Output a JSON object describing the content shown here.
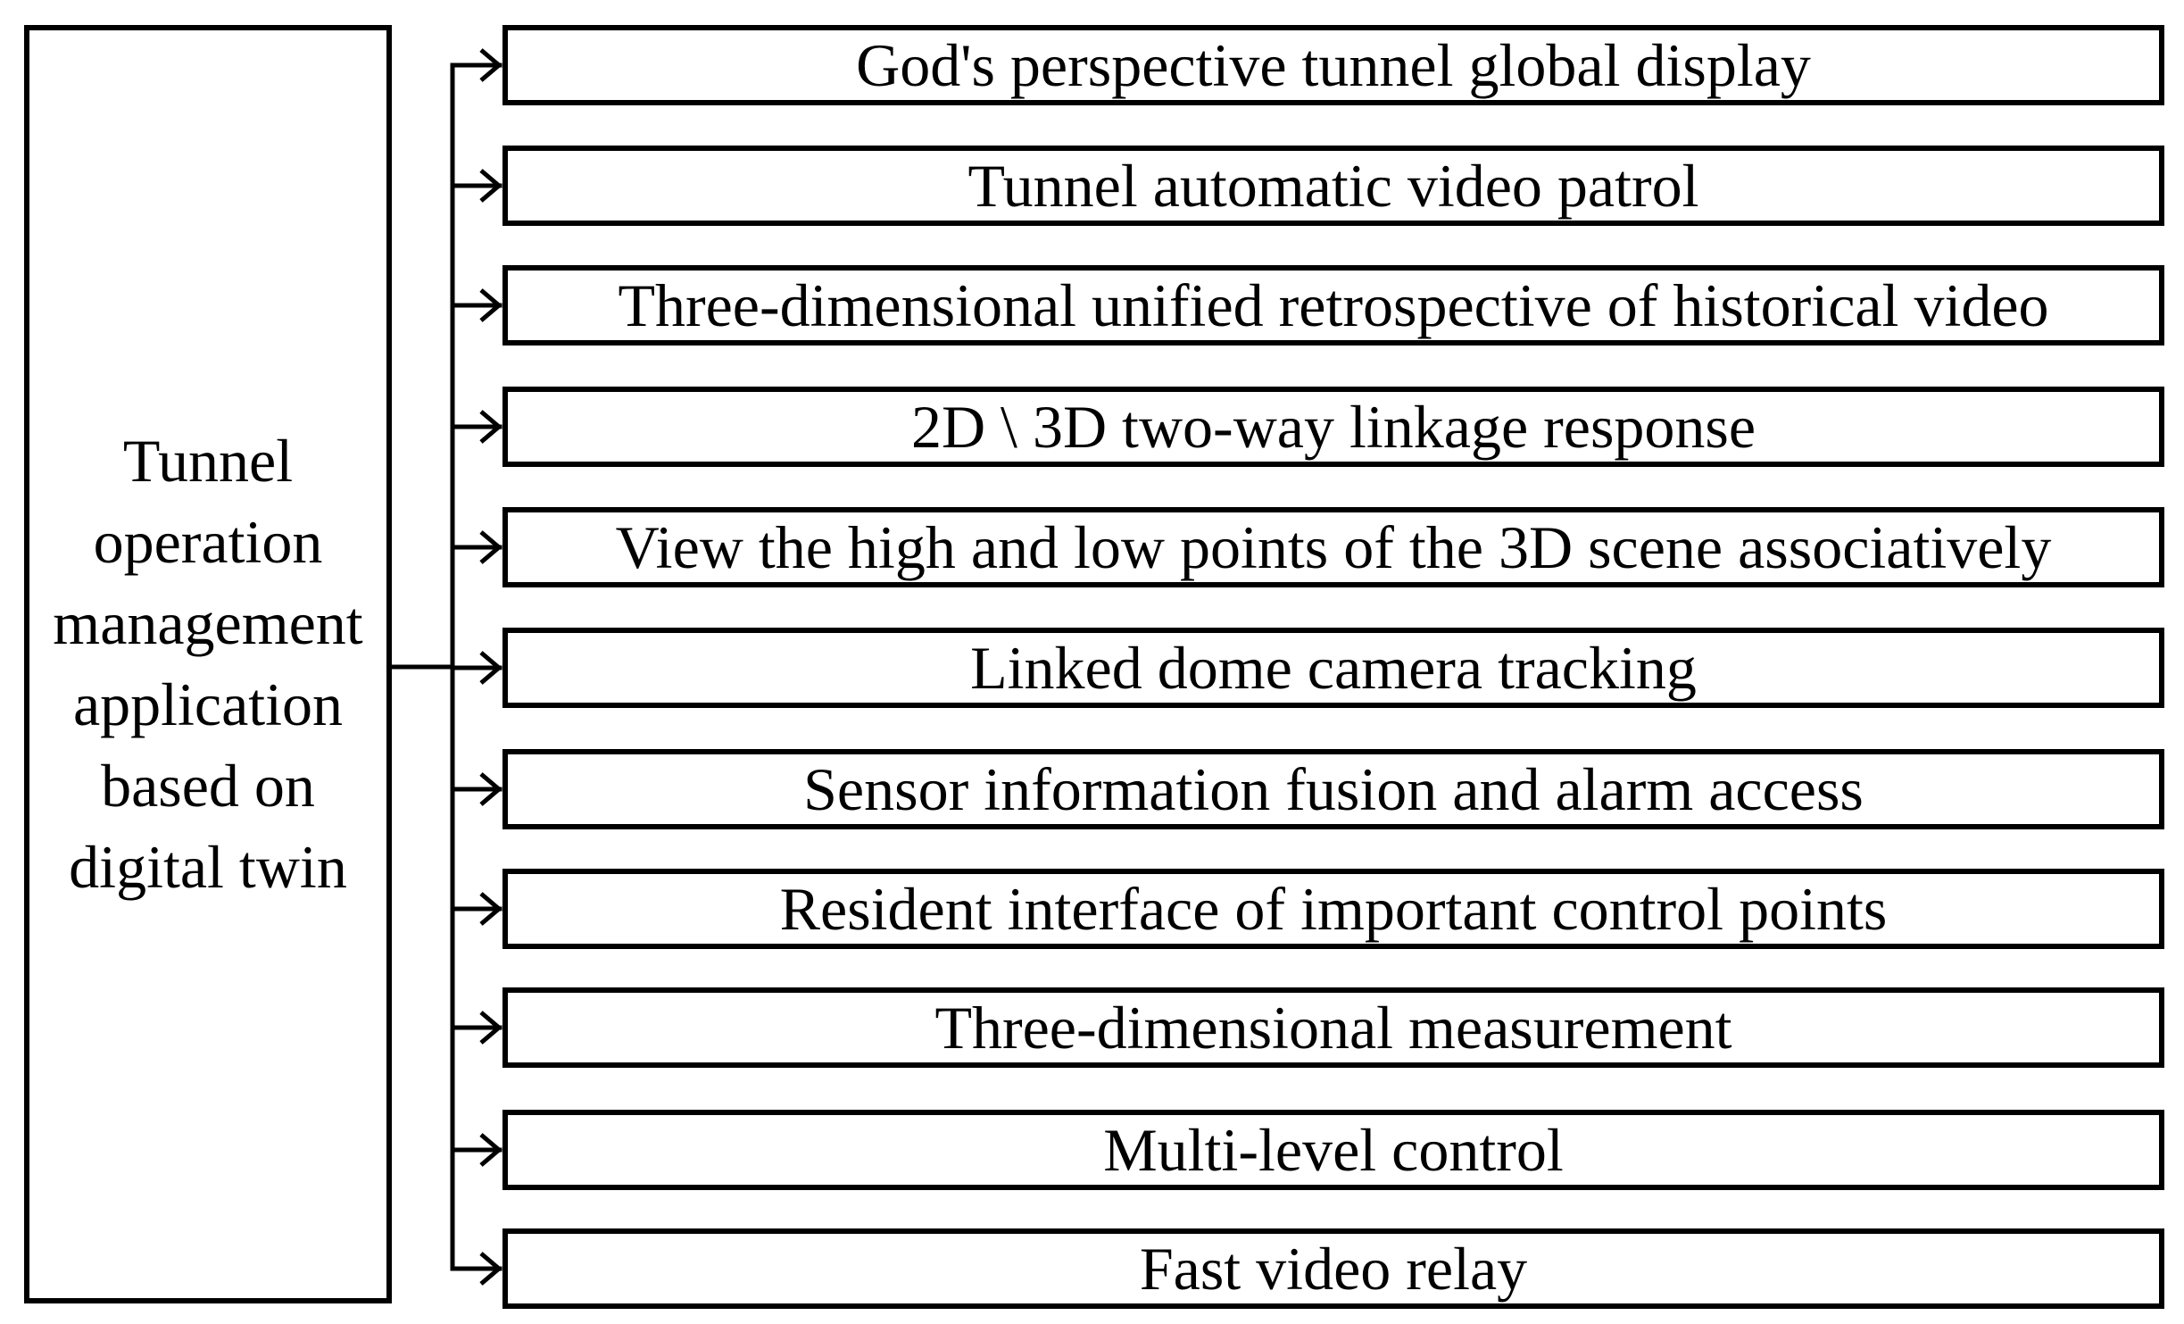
{
  "root": {
    "label": "Tunnel\noperation\nmanagement\napplication\nbased on\ndigital twin"
  },
  "items": [
    {
      "label": "God's perspective tunnel global display"
    },
    {
      "label": "Tunnel automatic video patrol"
    },
    {
      "label": "Three-dimensional unified retrospective of historical video"
    },
    {
      "label": "2D \\ 3D two-way linkage response"
    },
    {
      "label": "View the high and low points of the 3D scene associatively"
    },
    {
      "label": "Linked dome camera tracking"
    },
    {
      "label": "Sensor information fusion and alarm access"
    },
    {
      "label": "Resident interface of important control points"
    },
    {
      "label": "Three-dimensional measurement"
    },
    {
      "label": "Multi-level control"
    },
    {
      "label": "Fast video relay"
    }
  ],
  "colors": {
    "stroke": "#000000",
    "background": "#ffffff"
  }
}
